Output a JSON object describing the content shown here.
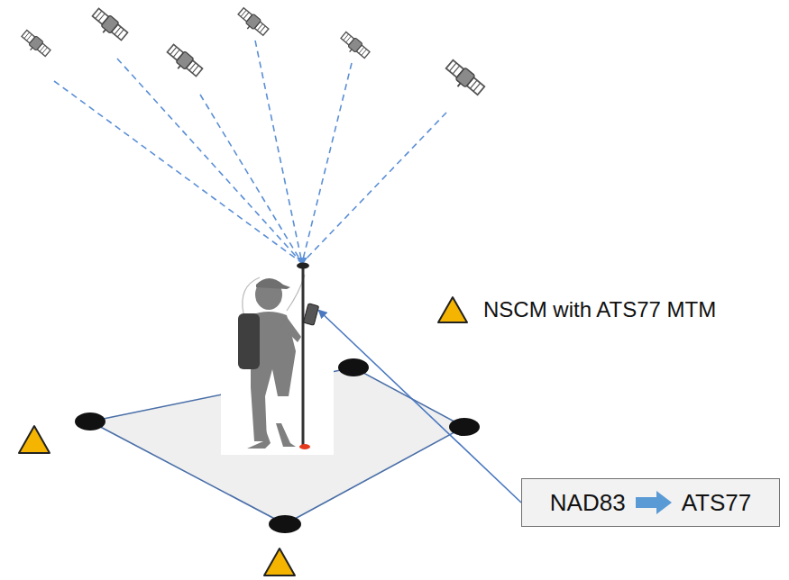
{
  "diagram": {
    "nodes": [
      {
        "text": [
          "NAD83",
          "ATS77"
        ]
      }
    ],
    "legend": [
      {
        "text": "NSCM with ATS77 MTM"
      }
    ]
  }
}
